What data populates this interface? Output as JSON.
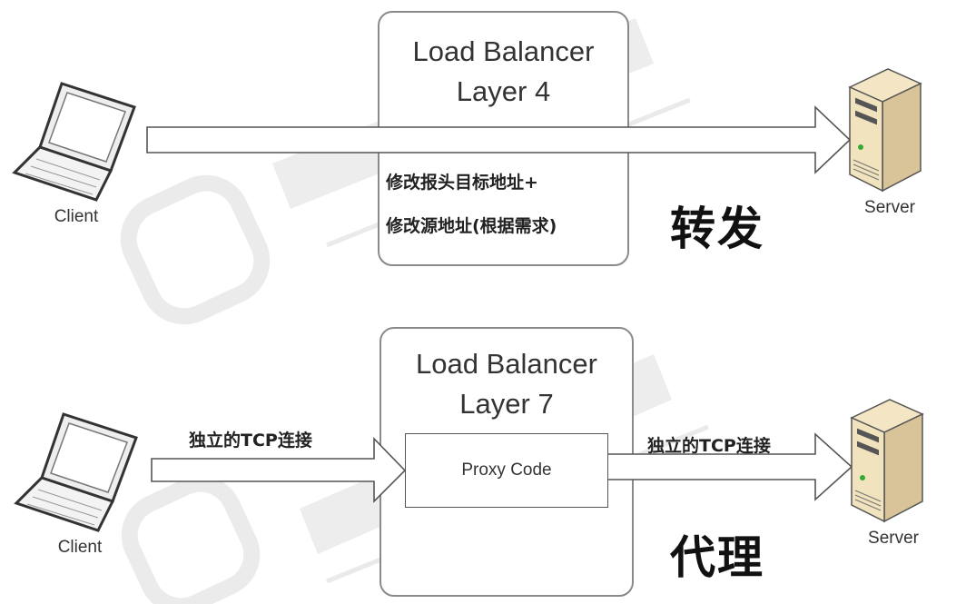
{
  "top": {
    "lb_title_line1": "Load Balancer",
    "lb_title_line2": "Layer 4",
    "note_line1": "修改报头目标地址+",
    "note_line2": "修改源地址(根据需求)",
    "mode_label": "转发",
    "client_label": "Client",
    "server_label": "Server"
  },
  "bottom": {
    "lb_title_line1": "Load Balancer",
    "lb_title_line2": "Layer 7",
    "proxy_label": "Proxy Code",
    "left_conn_label": "独立的TCP连接",
    "right_conn_label": "独立的TCP连接",
    "mode_label": "代理",
    "client_label": "Client",
    "server_label": "Server"
  },
  "colors": {
    "arrow_stroke": "#555555",
    "box_border": "#8a8a8a",
    "watermark": "#d0d0d0"
  },
  "icons": {
    "client": "laptop-icon",
    "server": "server-tower-icon",
    "watermark_logo": "brand-logo-watermark"
  }
}
